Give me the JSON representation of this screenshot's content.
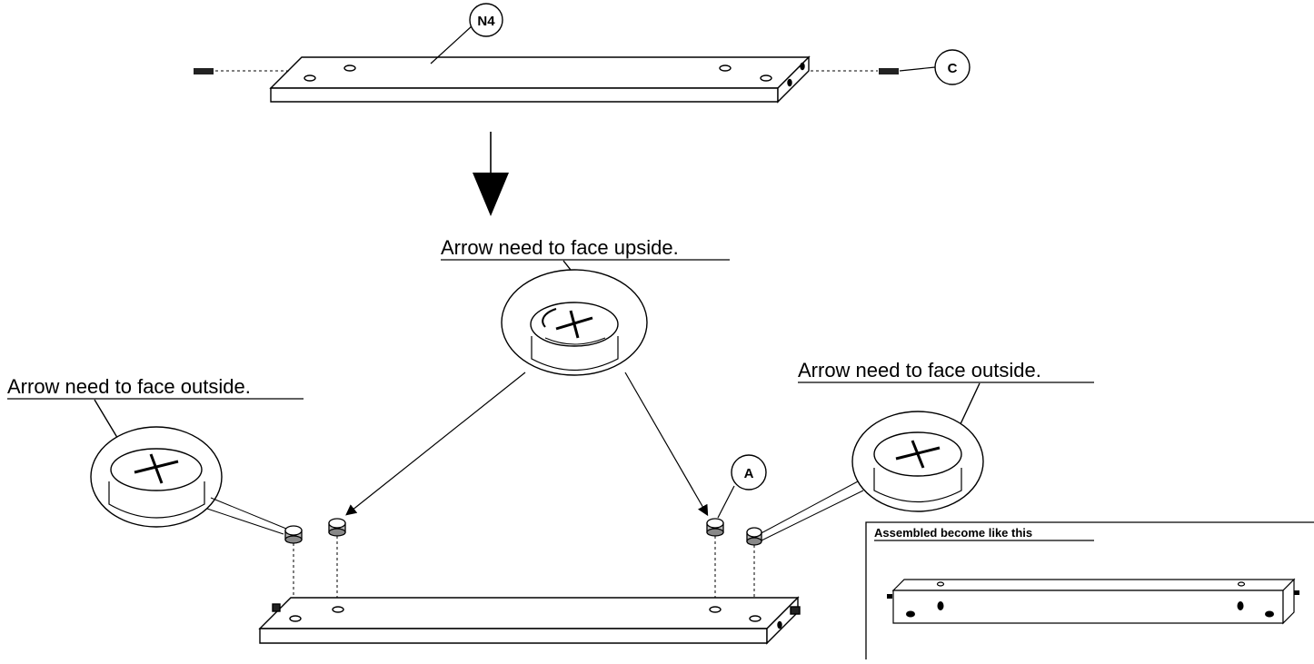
{
  "labels": {
    "part_n4": "N4",
    "part_c": "C",
    "part_a": "A",
    "note_upside": "Arrow need to face upside.",
    "note_outside_left": "Arrow need to face outside.",
    "note_outside_right": "Arrow need to face outside.",
    "inset_title": "Assembled become like this"
  }
}
